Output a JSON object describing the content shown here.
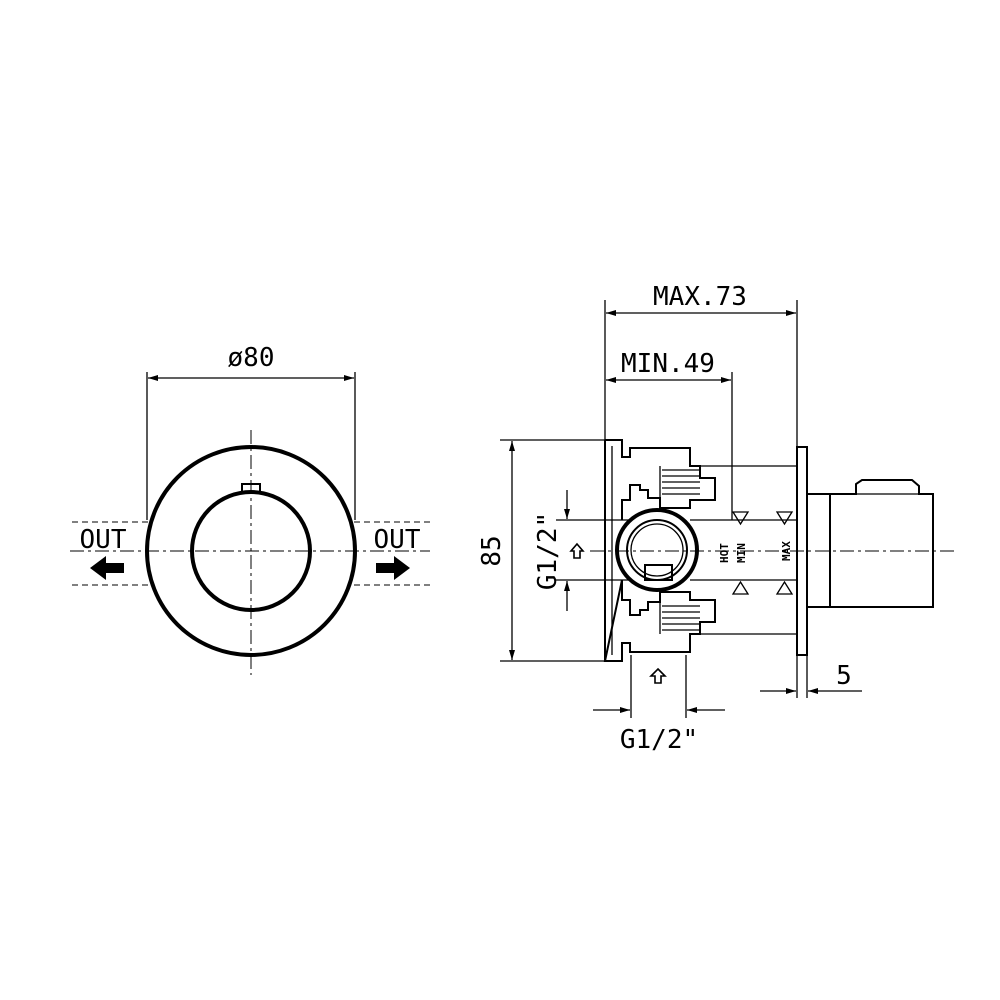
{
  "front_view": {
    "diameter_label": "ø80",
    "outlet_left_label": "OUT",
    "outlet_right_label": "OUT"
  },
  "side_view": {
    "max_depth_label": "MAX.73",
    "min_depth_label": "MIN.49",
    "height_label": "85",
    "side_thread_label": "G1/2\"",
    "bottom_thread_label": "G1/2\"",
    "plate_thickness_label": "5",
    "hot_label": "HOT",
    "min_label": "MIN",
    "max_label": "MAX"
  }
}
